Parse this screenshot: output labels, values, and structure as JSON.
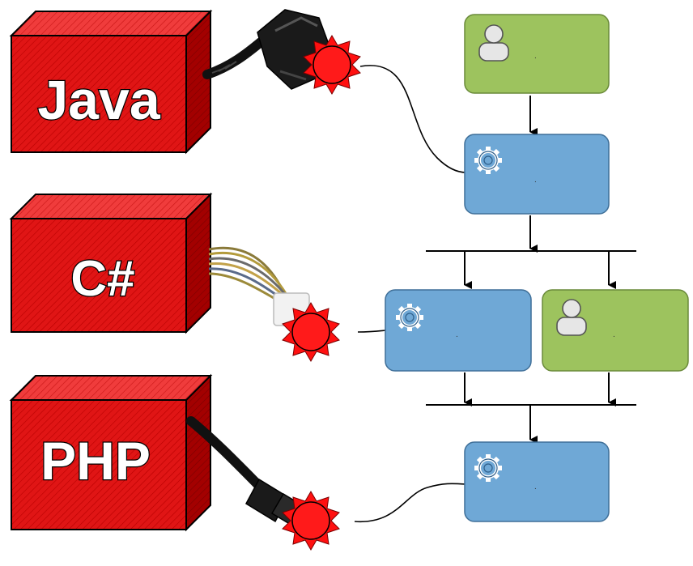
{
  "cubes": [
    {
      "label": "Java"
    },
    {
      "label": "C#"
    },
    {
      "label": "PHP"
    }
  ],
  "tasks": {
    "user_task_1": {
      "kind": "user",
      "text": "."
    },
    "service_task_1": {
      "kind": "service",
      "text": "."
    },
    "service_task_2": {
      "kind": "service",
      "text": "."
    },
    "user_task_2": {
      "kind": "user",
      "text": "."
    },
    "service_task_3": {
      "kind": "service",
      "text": "."
    }
  },
  "colors": {
    "cube_front": "#e01515",
    "cube_side": "#a00000",
    "cube_top": "#f04040",
    "user_task_fill": "#9dc35e",
    "service_task_fill": "#6fa8d6",
    "connector_red": "#ff0000",
    "line": "#000000"
  },
  "icons": {
    "user_task": "person-icon",
    "service_task": "gear-icon",
    "connector": "red-star-connector-icon",
    "java_plug": "power-plug-icon",
    "csharp_plug": "wire-bundle-icon",
    "php_plug": "usb-cable-icon"
  }
}
